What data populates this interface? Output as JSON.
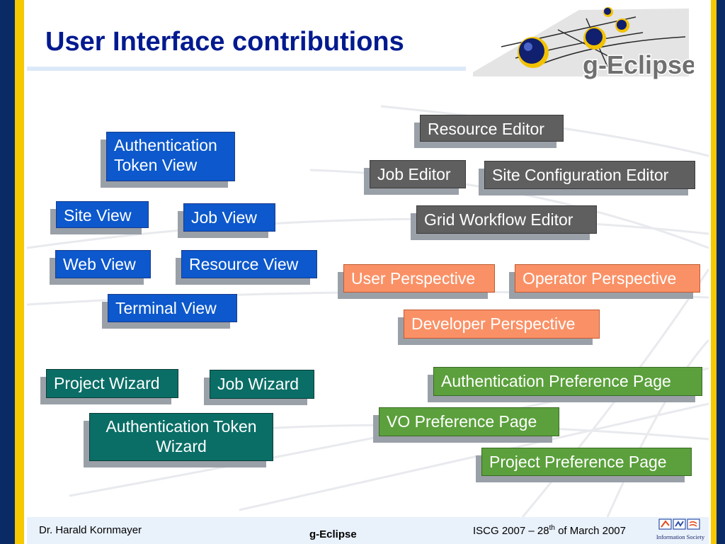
{
  "slide": {
    "title": "User Interface contributions",
    "logo_text": "g-Eclipse",
    "views": {
      "auth_token_view": [
        "Authentication",
        "Token View"
      ],
      "site_view": "Site View",
      "job_view": "Job View",
      "web_view": "Web View",
      "resource_view": "Resource View",
      "terminal_view": "Terminal View"
    },
    "wizards": {
      "project_wizard": "Project Wizard",
      "job_wizard": "Job Wizard",
      "auth_token_wizard": [
        "Authentication Token",
        "Wizard"
      ]
    },
    "editors": {
      "resource_editor": "Resource Editor",
      "job_editor": "Job Editor",
      "site_config_editor": "Site Configuration Editor",
      "grid_workflow_editor": "Grid Workflow Editor"
    },
    "perspectives": {
      "user": "User Perspective",
      "operator": "Operator Perspective",
      "developer": "Developer Perspective"
    },
    "preferences": {
      "authentication": "Authentication Preference Page",
      "vo": "VO Preference Page",
      "project": "Project Preference Page"
    }
  },
  "footer": {
    "author": "Dr. Harald Kornmayer",
    "center": "g-Eclipse",
    "conference": "ISCG 2007 – 28",
    "conference_sup": "th",
    "conference_tail": " of March 2007",
    "org_logo_text": "Information Society"
  },
  "colors": {
    "title": "#001a8f",
    "view": "#0c58cc",
    "wizard": "#0a6e66",
    "editor": "#5f5f5f",
    "perspective": "#fa9166",
    "preference": "#5ba03c",
    "band_blue": "#0a2a66",
    "band_yellow": "#f6c800"
  }
}
